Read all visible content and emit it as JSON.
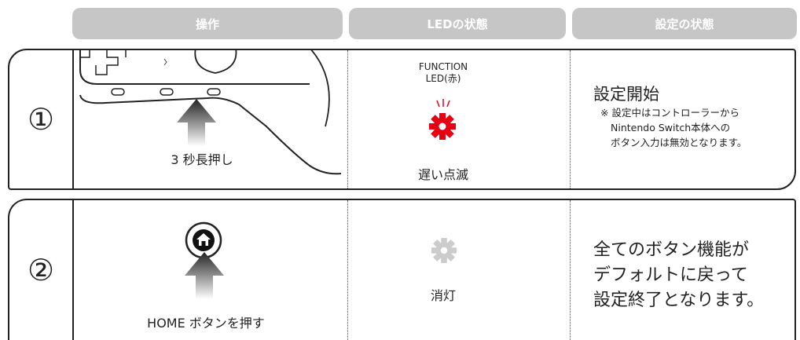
{
  "headers": {
    "operation": "操作",
    "led_state": "LEDの状態",
    "setting_state": "設定の状態"
  },
  "row1": {
    "number": "①",
    "action_label": "3 秒長押し",
    "led_name_line1": "FUNCTION",
    "led_name_line2": "LED(赤)",
    "led_status": "遅い点滅",
    "led_color": "#e60012",
    "setting_title": "設定開始",
    "setting_note_line1": "※ 設定中はコントローラーから",
    "setting_note_line2": "Nintendo Switch本体への",
    "setting_note_line3": "ボタン入力は無効となります。",
    "icon": "gear-icon"
  },
  "row2": {
    "number": "②",
    "action_label": "HOME ボタンを押す",
    "led_status": "消灯",
    "led_color": "#cccccc",
    "setting_line1": "全てのボタン機能が",
    "setting_line2": "デフォルトに戻って",
    "setting_line3": "設定終了となります。",
    "icon": "home-icon"
  }
}
